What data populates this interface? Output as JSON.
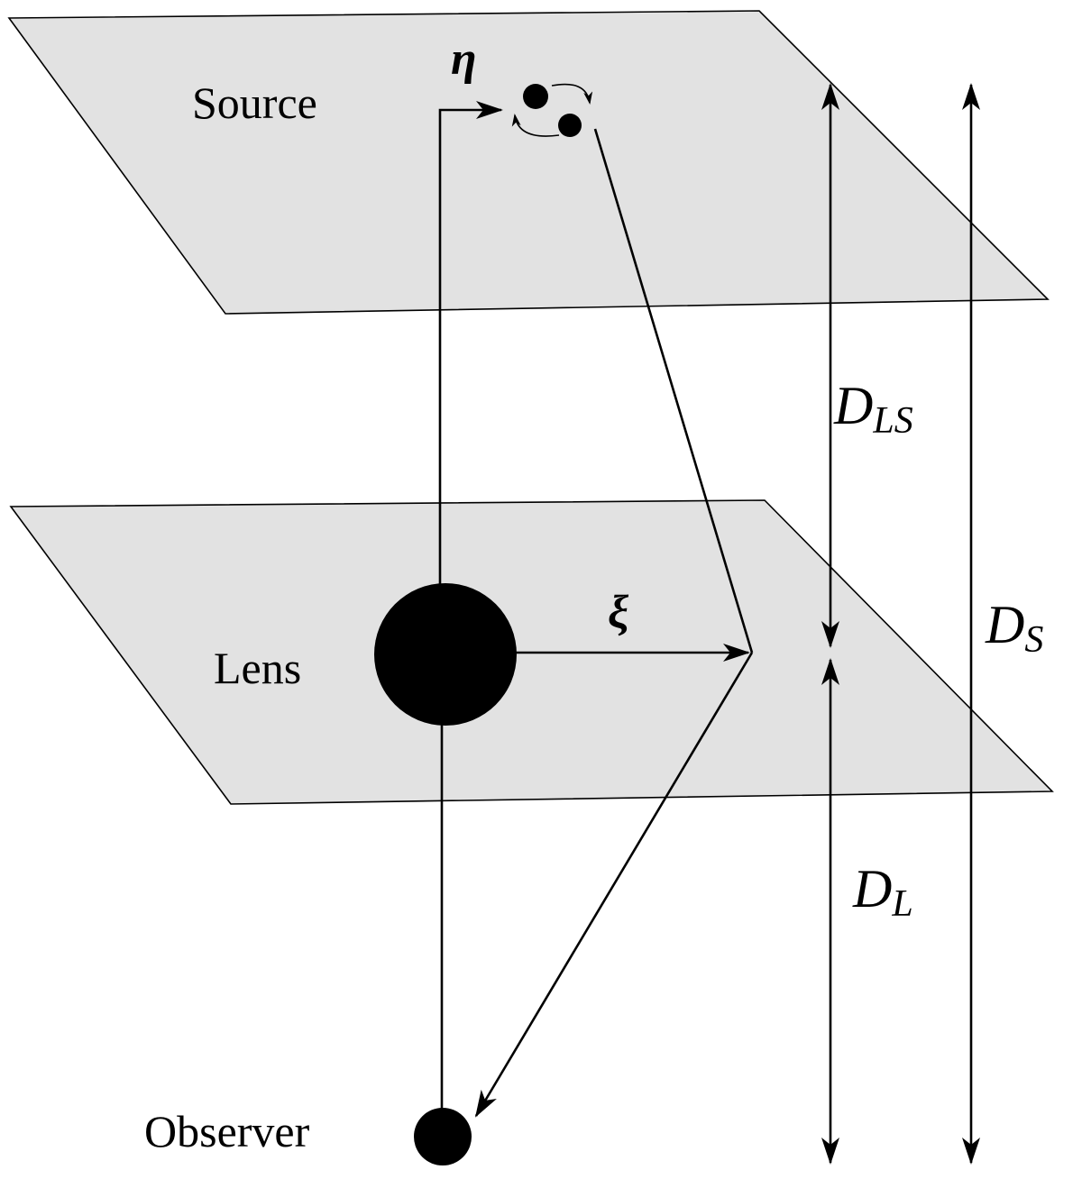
{
  "labels": {
    "source": "Source",
    "lens": "Lens",
    "observer": "Observer",
    "eta": "η",
    "xi": "ξ",
    "d_ls": {
      "main": "D",
      "sub": "LS"
    },
    "d_s": {
      "main": "D",
      "sub": "S"
    },
    "d_l": {
      "main": "D",
      "sub": "L"
    }
  },
  "colors": {
    "plane_fill": "#e2e2e2",
    "line": "#000000",
    "background": "#ffffff"
  }
}
